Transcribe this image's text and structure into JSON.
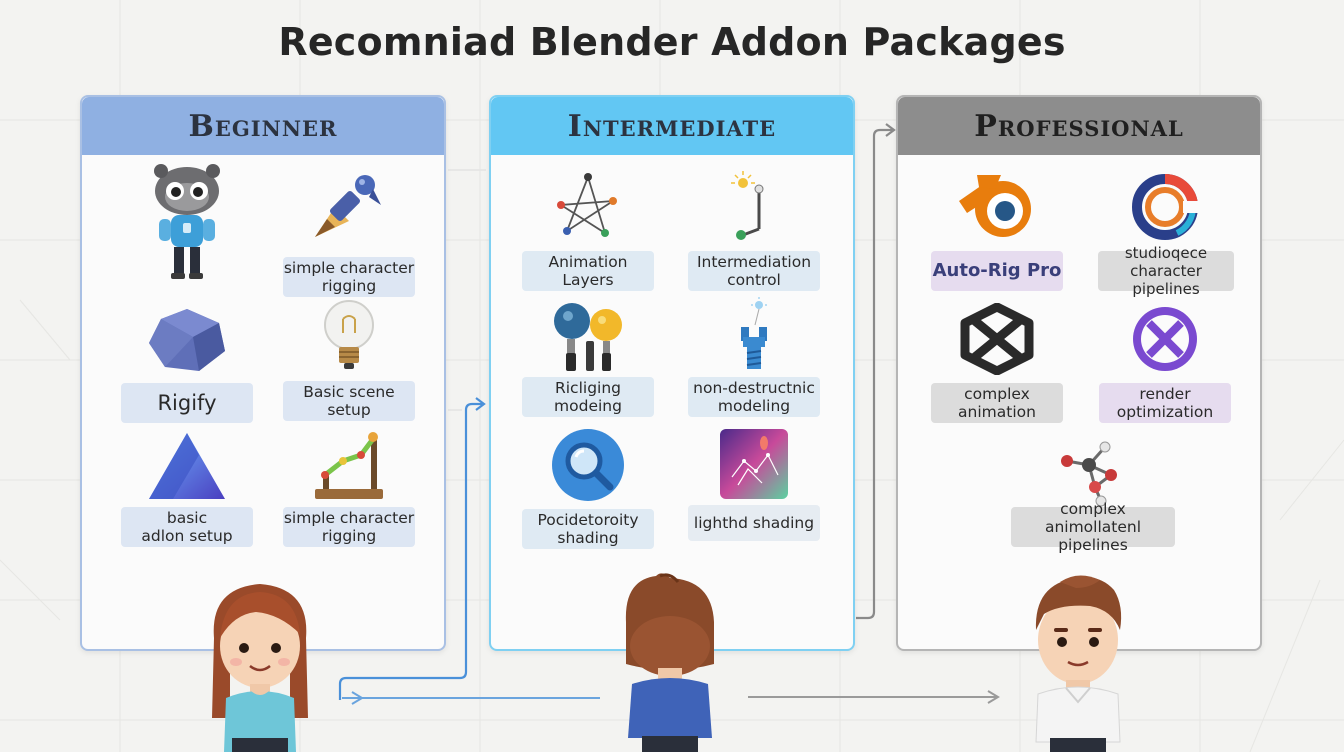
{
  "title": "Recomniad Blender Addon Packages",
  "colors": {
    "beginner_header": "#8fb0e2",
    "intermediate_header": "#62c7f3",
    "professional_header": "#8d8d8d",
    "arrow_blue": "#4a90d9",
    "arrow_grey": "#8a8a8a"
  },
  "tiers": {
    "beginner": {
      "header": "Beginner",
      "items": [
        {
          "icon": "robot-character-icon",
          "label": ""
        },
        {
          "icon": "pen-nib-icon",
          "label": "simple character\nrigging"
        },
        {
          "icon": "polyhedron-icon",
          "label": "Rigify"
        },
        {
          "icon": "lightbulb-icon",
          "label": "Basic scene\nsetup"
        },
        {
          "icon": "triangle-logo-icon",
          "label": "basic\nadlon setup"
        },
        {
          "icon": "bone-rig-icon",
          "label": "simple character\nrigging"
        }
      ]
    },
    "intermediate": {
      "header": "Intermediate",
      "items": [
        {
          "icon": "node-star-icon",
          "label": "Animation\nLayers"
        },
        {
          "icon": "lamp-arm-icon",
          "label": "Intermediation\ncontrol"
        },
        {
          "icon": "brushes-icon",
          "label": "Ricliging\nmodeing"
        },
        {
          "icon": "screw-icon",
          "label": "non-destructnic\nmodeling"
        },
        {
          "icon": "magnifier-icon",
          "label": "Pocidetoroity\nshading"
        },
        {
          "icon": "gradient-graph-icon",
          "label": "lighthd shading"
        }
      ]
    },
    "professional": {
      "header": "Professional",
      "items": [
        {
          "icon": "blender-logo-icon",
          "label": "Auto-Rig Pro"
        },
        {
          "icon": "color-ring-icon",
          "label": "studioqece\ncharacter pipelines"
        },
        {
          "icon": "knot-icon",
          "label": "complex\nanimation"
        },
        {
          "icon": "crossed-circle-icon",
          "label": "render\noptimization"
        },
        {
          "icon": "molecule-icon",
          "label": "complex animollatenl\npipelines"
        }
      ]
    }
  }
}
